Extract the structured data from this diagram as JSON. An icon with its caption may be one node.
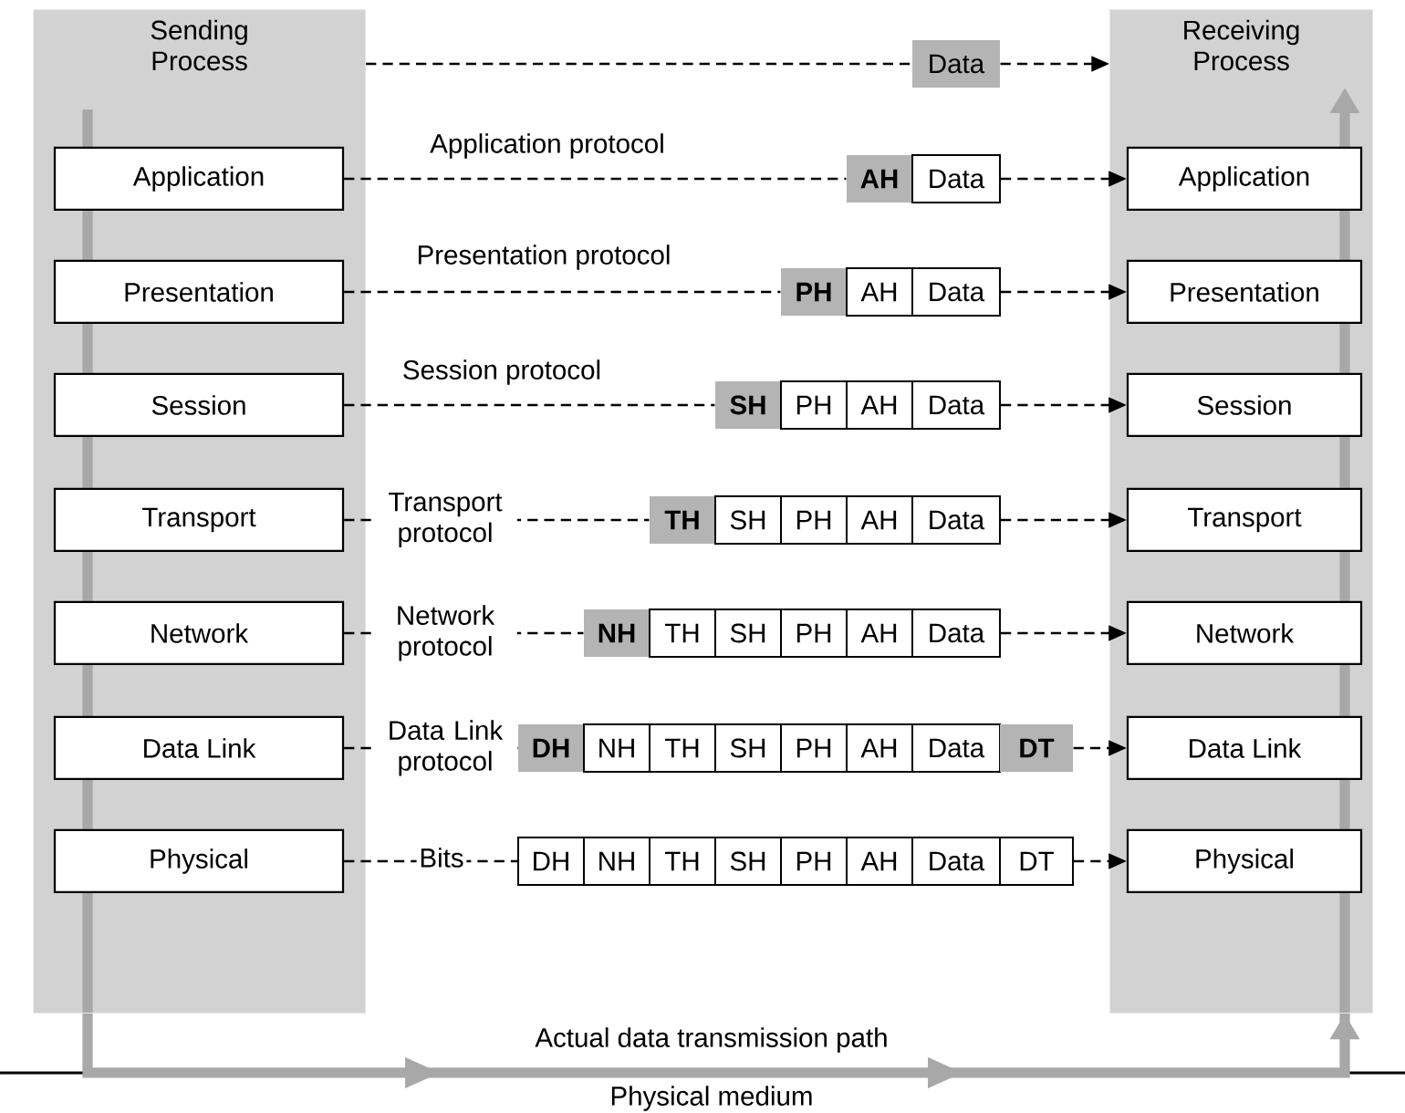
{
  "diagram": {
    "nodes": [
      {
        "text": [
          "Sending Process"
        ]
      },
      {
        "text": [
          "Application"
        ],
        "in": 0
      },
      {
        "text": [
          "Presentation"
        ],
        "in": 0
      },
      {
        "text": [
          "Session"
        ],
        "in": 0
      },
      {
        "text": [
          "Transport"
        ],
        "in": 0
      },
      {
        "text": [
          "Network"
        ],
        "in": 0
      },
      {
        "text": [
          "Data Link"
        ],
        "in": 0
      },
      {
        "text": [
          "Physical"
        ],
        "in": 0
      },
      {
        "text": [
          "Receiving Process"
        ]
      },
      {
        "text": [
          "Application"
        ],
        "in": 8
      },
      {
        "text": [
          "Presentation"
        ],
        "in": 8
      },
      {
        "text": [
          "Session"
        ],
        "in": 8
      },
      {
        "text": [
          "Transport"
        ],
        "in": 8
      },
      {
        "text": [
          "Network"
        ],
        "in": 8
      },
      {
        "text": [
          "Data Link"
        ],
        "in": 8
      },
      {
        "text": [
          "Physical"
        ],
        "in": 8
      },
      {
        "text": [
          "Data"
        ]
      },
      {
        "text": [
          "AH"
        ]
      },
      {
        "text": [
          "Data"
        ]
      },
      {
        "text": [
          "PH"
        ]
      },
      {
        "text": [
          "AH"
        ]
      },
      {
        "text": [
          "Data"
        ]
      },
      {
        "text": [
          "SH"
        ]
      },
      {
        "text": [
          "PH"
        ]
      },
      {
        "text": [
          "AH"
        ]
      },
      {
        "text": [
          "Data"
        ]
      },
      {
        "text": [
          "TH"
        ]
      },
      {
        "text": [
          "SH"
        ]
      },
      {
        "text": [
          "PH"
        ]
      },
      {
        "text": [
          "AH"
        ]
      },
      {
        "text": [
          "Data"
        ]
      },
      {
        "text": [
          "NH"
        ]
      },
      {
        "text": [
          "TH"
        ]
      },
      {
        "text": [
          "SH"
        ]
      },
      {
        "text": [
          "PH"
        ]
      },
      {
        "text": [
          "AH"
        ]
      },
      {
        "text": [
          "Data"
        ]
      },
      {
        "text": [
          "DH"
        ]
      },
      {
        "text": [
          "NH"
        ]
      },
      {
        "text": [
          "TH"
        ]
      },
      {
        "text": [
          "SH"
        ]
      },
      {
        "text": [
          "PH"
        ]
      },
      {
        "text": [
          "AH"
        ]
      },
      {
        "text": [
          "Data"
        ]
      },
      {
        "text": [
          "DT"
        ]
      },
      {
        "text": [
          "DH"
        ]
      },
      {
        "text": [
          "NH"
        ]
      },
      {
        "text": [
          "TH"
        ]
      },
      {
        "text": [
          "SH"
        ]
      },
      {
        "text": [
          "PH"
        ]
      },
      {
        "text": [
          "AH"
        ]
      },
      {
        "text": [
          "Data"
        ]
      },
      {
        "text": [
          "DT"
        ]
      }
    ],
    "edges": [
      {
        "from": 0,
        "to": 16,
        "arrow": "none",
        "style": "dashed"
      },
      {
        "from": 16,
        "to": 8,
        "arrow": "to",
        "style": "dashed"
      },
      {
        "from": 1,
        "to": 17,
        "arrow": "none",
        "style": "dashed",
        "label": "Application protocol"
      },
      {
        "from": 18,
        "to": 9,
        "arrow": "to",
        "style": "dashed"
      },
      {
        "from": 2,
        "to": 19,
        "arrow": "none",
        "style": "dashed",
        "label": "Presentation protocol"
      },
      {
        "from": 21,
        "to": 10,
        "arrow": "to",
        "style": "dashed"
      },
      {
        "from": 3,
        "to": 22,
        "arrow": "none",
        "style": "dashed",
        "label": "Session protocol"
      },
      {
        "from": 25,
        "to": 11,
        "arrow": "to",
        "style": "dashed"
      },
      {
        "from": 4,
        "to": 26,
        "arrow": "none",
        "style": "dashed",
        "label": "Transport protocol"
      },
      {
        "from": 30,
        "to": 12,
        "arrow": "to",
        "style": "dashed"
      },
      {
        "from": 5,
        "to": 31,
        "arrow": "none",
        "style": "dashed",
        "label": "Network protocol"
      },
      {
        "from": 36,
        "to": 13,
        "arrow": "to",
        "style": "dashed"
      },
      {
        "from": 6,
        "to": 37,
        "arrow": "none",
        "style": "dashed",
        "label": "Data Link protocol"
      },
      {
        "from": 44,
        "to": 14,
        "arrow": "to",
        "style": "dashed"
      },
      {
        "from": 7,
        "to": 45,
        "arrow": "none",
        "style": "dashed",
        "label": "Bits"
      },
      {
        "from": 52,
        "to": 15,
        "arrow": "to",
        "style": "dashed"
      },
      {
        "from": 0,
        "to": 8,
        "arrow": "to",
        "style": "thick",
        "color": "#a8a8a8",
        "label": "Actual data transmission path"
      }
    ],
    "labels": [
      "Physical medium"
    ]
  }
}
